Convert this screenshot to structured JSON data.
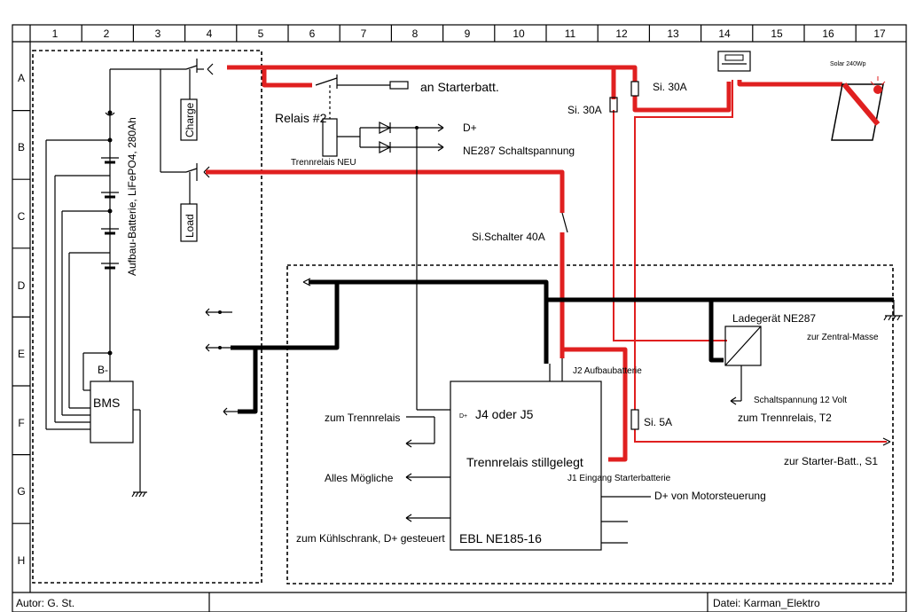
{
  "sheet": {
    "columns": [
      "1",
      "2",
      "3",
      "4",
      "5",
      "6",
      "7",
      "8",
      "9",
      "10",
      "11",
      "12",
      "13",
      "14",
      "15",
      "16",
      "17"
    ],
    "rows": [
      "A",
      "B",
      "C",
      "D",
      "E",
      "F",
      "G",
      "H"
    ]
  },
  "components": {
    "battery_label": "Aufbau-Batterie, LiFePO4, 280Ah",
    "bms": "BMS",
    "bms_neg": "B-",
    "charge": "Charge",
    "load": "Load",
    "relais2": "Relais #2",
    "trennrelais_neu": "Trennrelais NEU",
    "starter_batt": "an Starterbatt.",
    "dplus": "D+",
    "ne287_schalt": "NE287 Schaltspannung",
    "si30a_1": "Si. 30A",
    "si30a_2": "Si. 30A",
    "solar": "Solar 240Wp",
    "si_schalter": "Si.Schalter 40A",
    "ladegeraet": "Ladegerät NE287",
    "zentral_masse": "zur Zentral-Masse",
    "j2": "J2 Aufbaubatterie",
    "schaltspannung12": "Schaltspannung 12 Volt",
    "zum_trennrelais_t2": "zum Trennrelais, T2",
    "si5a": "Si. 5A",
    "zur_starter_s1": "zur Starter-Batt., S1",
    "zum_trennrelais": "zum Trennrelais",
    "ebl_dplus": "D+",
    "j4j5": "J4 oder J5",
    "trennrelais_stillgelegt": "Trennrelais stillgelegt",
    "j1": "J1 Eingang Starterbatterie",
    "alles_moegliche": "Alles Mögliche",
    "dplus_motor": "D+ von Motorsteuerung",
    "kuehlschrank": "zum Kühlschrank, D+ gesteuert",
    "ebl_name": "EBL NE185-16"
  },
  "footer": {
    "author": "Autor: G. St.",
    "file": "Datei: Karman_Elektro"
  }
}
